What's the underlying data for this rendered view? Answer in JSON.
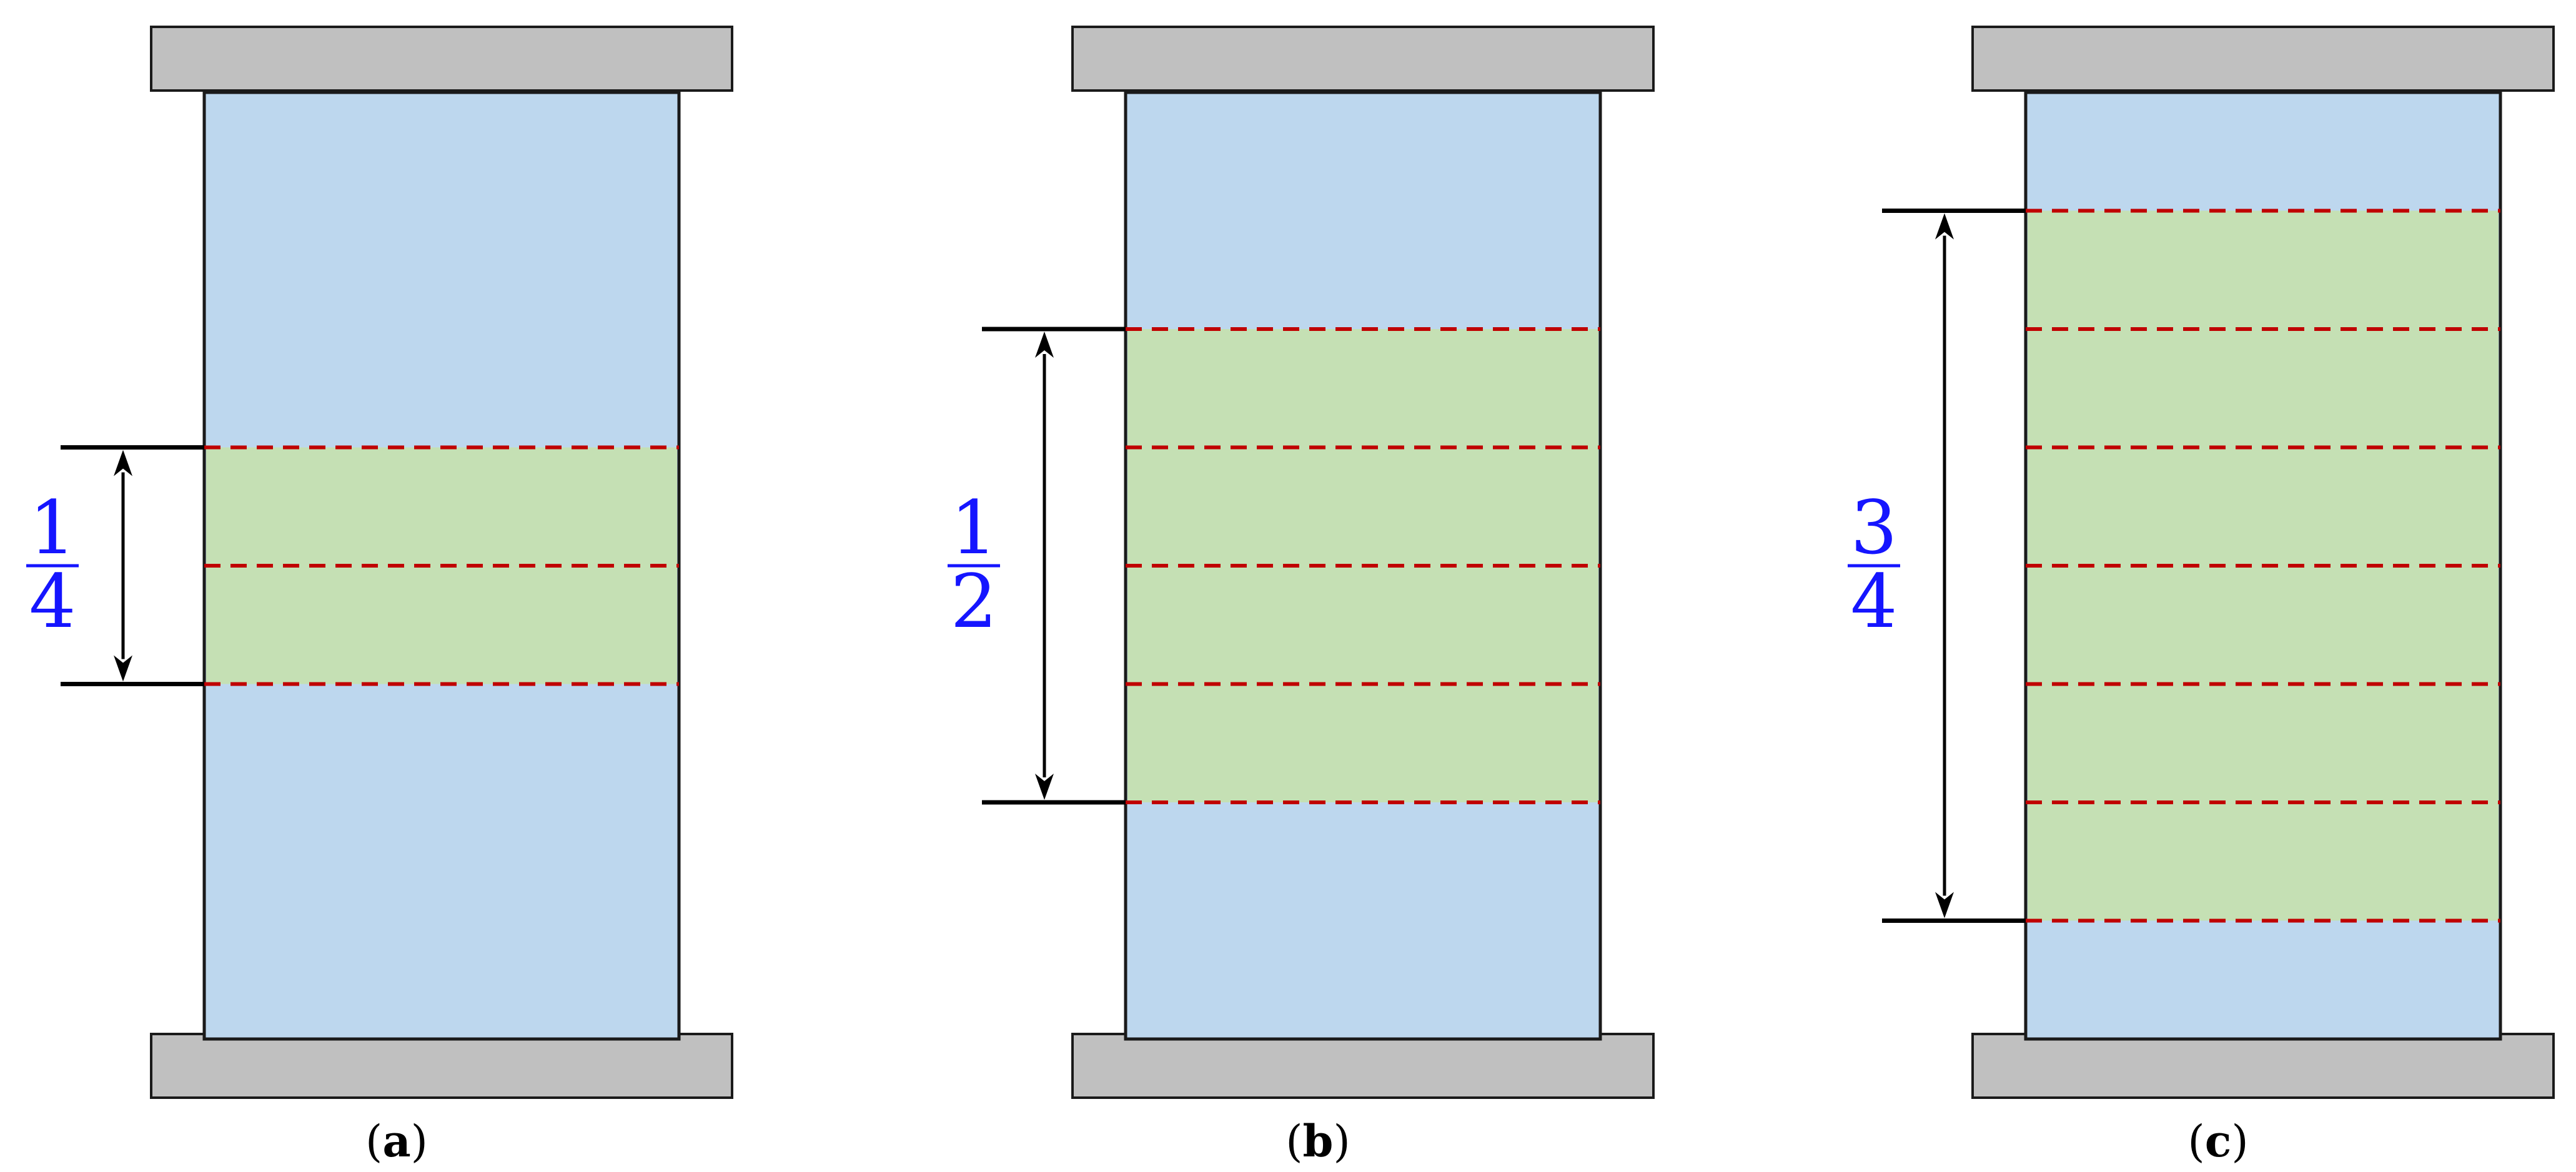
{
  "panels": [
    {
      "id": "a",
      "caption_open": "(",
      "caption_letter": "a",
      "caption_close": ")",
      "fraction_numerator": "1",
      "fraction_denominator": "4",
      "filled_fraction": 0.25,
      "filled_segment_start": 3,
      "filled_segment_count": 2,
      "total_segments": 8
    },
    {
      "id": "b",
      "caption_open": "(",
      "caption_letter": "b",
      "caption_close": ")",
      "fraction_numerator": "1",
      "fraction_denominator": "2",
      "filled_fraction": 0.5,
      "filled_segment_start": 2,
      "filled_segment_count": 4,
      "total_segments": 8
    },
    {
      "id": "c",
      "caption_open": "(",
      "caption_letter": "c",
      "caption_close": ")",
      "fraction_numerator": "3",
      "fraction_denominator": "4",
      "filled_fraction": 0.75,
      "filled_segment_start": 1,
      "filled_segment_count": 6,
      "total_segments": 8
    }
  ],
  "colors": {
    "column_fill": "#bdd7ee",
    "band_fill": "#c5e0b4",
    "plate_fill": "#c0c0c0",
    "divider_line": "#c00000",
    "fraction_label": "#1515ff"
  }
}
